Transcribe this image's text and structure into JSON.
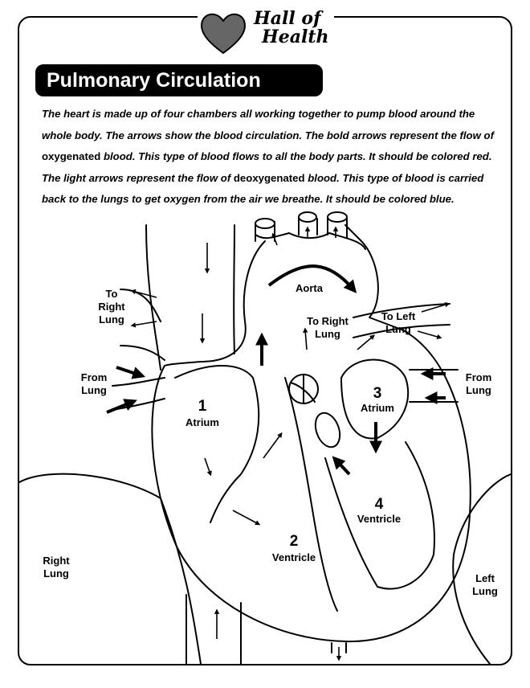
{
  "logo": {
    "line1": "Hall of",
    "line2": "Health"
  },
  "title": "Pulmonary Circulation",
  "intro": {
    "part1": "The heart is made up of four chambers all working together to pump blood around the whole body. The arrows show the blood circulation. The bold arrows represent the flow of ",
    "term_oxygenated": "oxygenated",
    "part2": " blood. This type of blood flows to all the body parts. It should be colored red. The light arrows represent the flow of ",
    "term_deoxygenated": "deoxygenated",
    "part3": " blood. This type of blood is carried back to the lungs to get oxygen from the air we breathe. It should be colored blue."
  },
  "labels": {
    "aorta": "Aorta",
    "to_right_lung_left": [
      "To",
      "Right",
      "Lung"
    ],
    "from_lung_left": [
      "From",
      "Lung"
    ],
    "to_right_lung_center": [
      "To Right",
      "Lung"
    ],
    "to_left_lung": [
      "To Left",
      "Lung"
    ],
    "from_lung_right": [
      "From",
      "Lung"
    ],
    "right_lung": [
      "Right",
      "Lung"
    ],
    "left_lung": [
      "Left",
      "Lung"
    ]
  },
  "chambers": [
    {
      "number": "1",
      "name": "Atrium"
    },
    {
      "number": "2",
      "name": "Ventricle"
    },
    {
      "number": "3",
      "name": "Atrium"
    },
    {
      "number": "4",
      "name": "Ventricle"
    }
  ]
}
